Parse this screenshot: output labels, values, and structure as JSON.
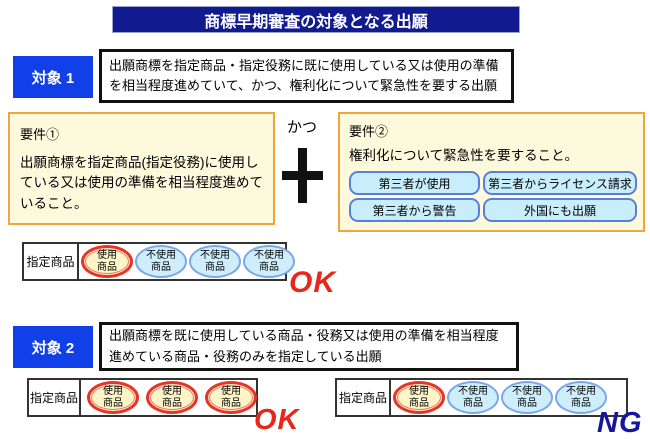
{
  "title": "商標早期審査の対象となる出願",
  "target1": {
    "label": "対象 1",
    "description": "出願商標を指定商品・指定役務に既に使用している又は使用の準備を相当程度進めていて、かつ、権利化について緊急性を要する出願"
  },
  "requirement1": {
    "heading": "要件①",
    "body": "出願商標を指定商品(指定役務)に使用している又は使用の準備を相当程度進めていること。"
  },
  "connector": {
    "label": "かつ",
    "icon": "plus-icon"
  },
  "requirement2": {
    "heading": "要件②",
    "body": "権利化について緊急性を要すること。",
    "options": [
      "第三者が使用",
      "第三者からライセンス請求",
      "第三者から警告",
      "外国にも出願"
    ]
  },
  "tables": {
    "middle": {
      "label": "指定商品",
      "items": [
        {
          "text": "使用\n商品",
          "kind": "used"
        },
        {
          "text": "不使用\n商品",
          "kind": "unused"
        },
        {
          "text": "不使用\n商品",
          "kind": "unused"
        },
        {
          "text": "不使用\n商品",
          "kind": "unused"
        }
      ],
      "verdict": "OK"
    },
    "bottom_left": {
      "label": "指定商品",
      "items": [
        {
          "text": "使用\n商品",
          "kind": "used"
        },
        {
          "text": "使用\n商品",
          "kind": "used"
        },
        {
          "text": "使用\n商品",
          "kind": "used"
        }
      ],
      "verdict": "OK"
    },
    "bottom_right": {
      "label": "指定商品",
      "items": [
        {
          "text": "使用\n商品",
          "kind": "used"
        },
        {
          "text": "不使用\n商品",
          "kind": "unused"
        },
        {
          "text": "不使用\n商品",
          "kind": "unused"
        },
        {
          "text": "不使用\n商品",
          "kind": "unused"
        }
      ],
      "verdict": "NG"
    }
  },
  "target2": {
    "label": "対象 2",
    "description": "出願商標を既に使用している商品・役務又は使用の準備を相当程度進めている商品・役務のみを指定している出願"
  },
  "colors": {
    "title_bar_bg": "#111a8f",
    "target_label_bg": "#1240e8",
    "cream_bg": "#fdf9dc",
    "cream_border": "#f0a43c",
    "option_bg": "#c8eefb",
    "option_border": "#5b7fd6",
    "used_fill": "#fdf5c8",
    "used_border": "#e63427",
    "unused_fill": "#cfeefc",
    "unused_border": "#7aa8e8",
    "ok_color": "#e8261c",
    "ng_color": "#16169c"
  }
}
